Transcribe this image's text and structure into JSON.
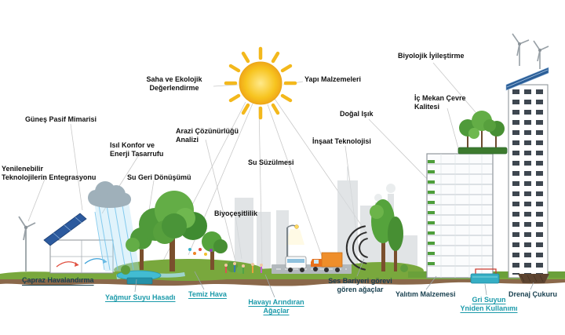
{
  "labels": {
    "gunes_pasif": "Güneş Pasif Mimarisi",
    "yenilenebilir": "Yenilenebilir\nTeknolojilerin Entegrasyonu",
    "isil_konfor": "Isıl Konfor ve\nEnerji Tasarrufu",
    "su_geri": "Su Geri Dönüşümü",
    "saha": "Saha ve Ekolojik\nDeğerlendirme",
    "arazi": "Arazi Çözünürlüğü\nAnalizi",
    "su_suzulmesi": "Su Süzülmesi",
    "biyocesitlilik": "Biyoçeşitlilik",
    "yapi": "Yapı Malzemeleri",
    "dogal": "Doğal Işık",
    "insaat": "İnşaat Teknolojisi",
    "biyolojik": "Biyolojik İyileştirme",
    "ic_mekan": "İç Mekan Çevre\nKalitesi",
    "capraz": "Çapraz Havalandırma",
    "yagmur": "Yağmur Suyu Hasadı",
    "temiz": "Temiz Hava",
    "havayi": "Havayı Arındıran\nAğaçlar",
    "ses": "Ses Bariyeri görevi\ngören ağaçlar",
    "yalitim": "Yalıtım Malzemesi",
    "gri": "Gri Suyun\nYniden Kullanımı",
    "drenaj": "Drenaj Çukuru"
  },
  "colors": {
    "label_black": "#111111",
    "label_teal": "#1b9aaa",
    "label_dark_navy": "#173f4e",
    "sun_yellow": "#f6c41f",
    "grass_green": "#79a83d",
    "soil_brown": "#8a684a",
    "water_teal": "#42bcd2",
    "solar_blue": "#2c5a9e"
  },
  "scene_elements": [
    "sun",
    "rain-cloud",
    "wind-turbine",
    "solar-panel-house",
    "rainwater-pond",
    "trees",
    "children-playing",
    "street-lamp",
    "bus",
    "truck",
    "sound-barrier-arcs",
    "green-roof-trees",
    "eco-building-section",
    "residential-tower",
    "rooftop-solar-panels",
    "rooftop-wind-turbines",
    "graywater-tank",
    "drain-pit",
    "city-skyline"
  ]
}
